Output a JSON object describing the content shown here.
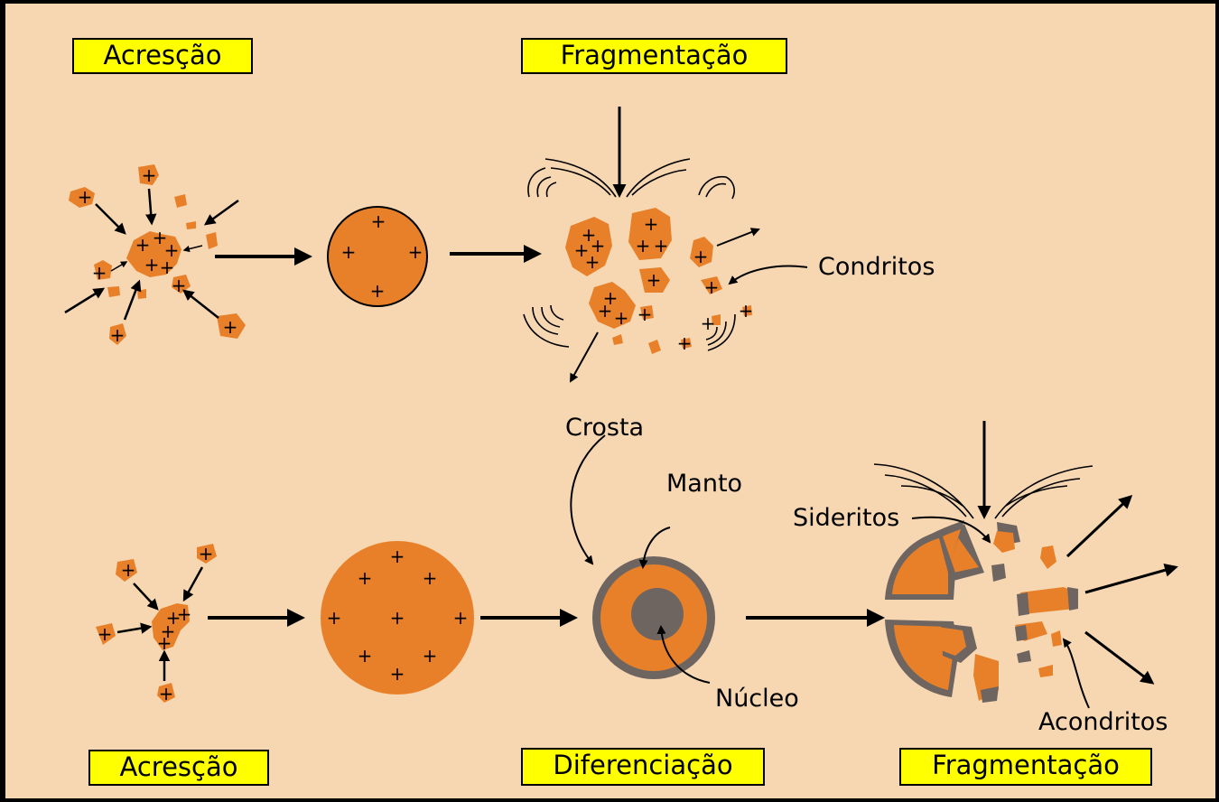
{
  "stage_labels": {
    "accretion_top": "Acresção",
    "fragmentation_top": "Fragmentação",
    "accretion_bottom": "Acresção",
    "differentiation": "Diferenciação",
    "fragmentation_bottom": "Fragmentação"
  },
  "annotations": {
    "chondrites": "Condritos",
    "crust": "Crosta",
    "mantle": "Manto",
    "core": "Núcleo",
    "siderites": "Sideritos",
    "achondrites": "Acondritos"
  },
  "colors": {
    "background": "#f7d7b1",
    "fragment": "#e8802a",
    "label_box": "#ffff00",
    "core": "#6e6560",
    "frame": "#000000"
  }
}
